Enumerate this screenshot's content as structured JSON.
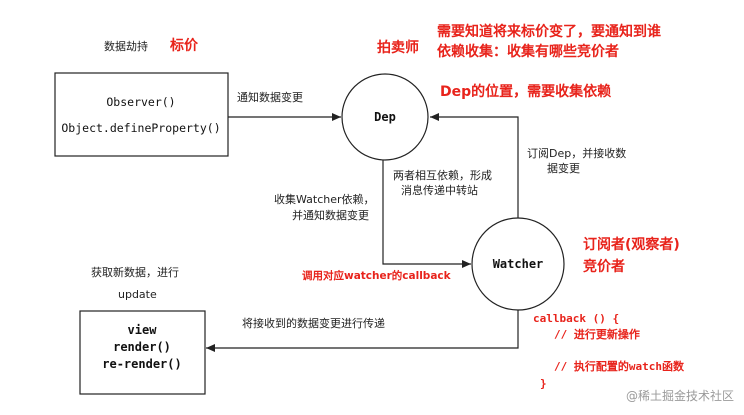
{
  "notes": {
    "hijack": "数据劫持",
    "get_new_data_1": "获取新数据，进行",
    "get_new_data_2": "update",
    "notify_change": "通知数据变更",
    "subscribe_dep_1": "订阅Dep，并接收数",
    "subscribe_dep_2": "据变更",
    "mutual_1": "两者相互依赖，形成",
    "mutual_2": "消息传递中转站",
    "collect_watcher_1": "收集Watcher依赖，",
    "collect_watcher_2": "并通知数据变更",
    "pass_on": "将接收到的数据变更进行传递"
  },
  "nodes": {
    "observer": {
      "line1": "Observer()",
      "line2": "Object.defineProperty()"
    },
    "dep": "Dep",
    "watcher": "Watcher",
    "view": {
      "line1": "view",
      "line2": "render()",
      "line3": "re-render()"
    }
  },
  "annotations": {
    "tag_item": "标价",
    "auctioneer": "拍卖师",
    "top_right_1": "需要知道将来标价变了，要通知到谁",
    "top_right_2": "依赖收集：收集有哪些竞价者",
    "dep_position": "Dep的位置，需要收集依赖",
    "subscriber_1": "订阅者(观察者)",
    "subscriber_2": "竞价者",
    "call_callback": "调用对应watcher的callback"
  },
  "code": {
    "line1": "callback () {",
    "line2": "// 进行更新操作",
    "line3": "// 执行配置的watch函数",
    "line4": "}"
  },
  "watermark": "@稀土掘金技术社区",
  "colors": {
    "annotation": "#e8231b",
    "line": "#222222",
    "watermark": "#9a9a9a"
  }
}
